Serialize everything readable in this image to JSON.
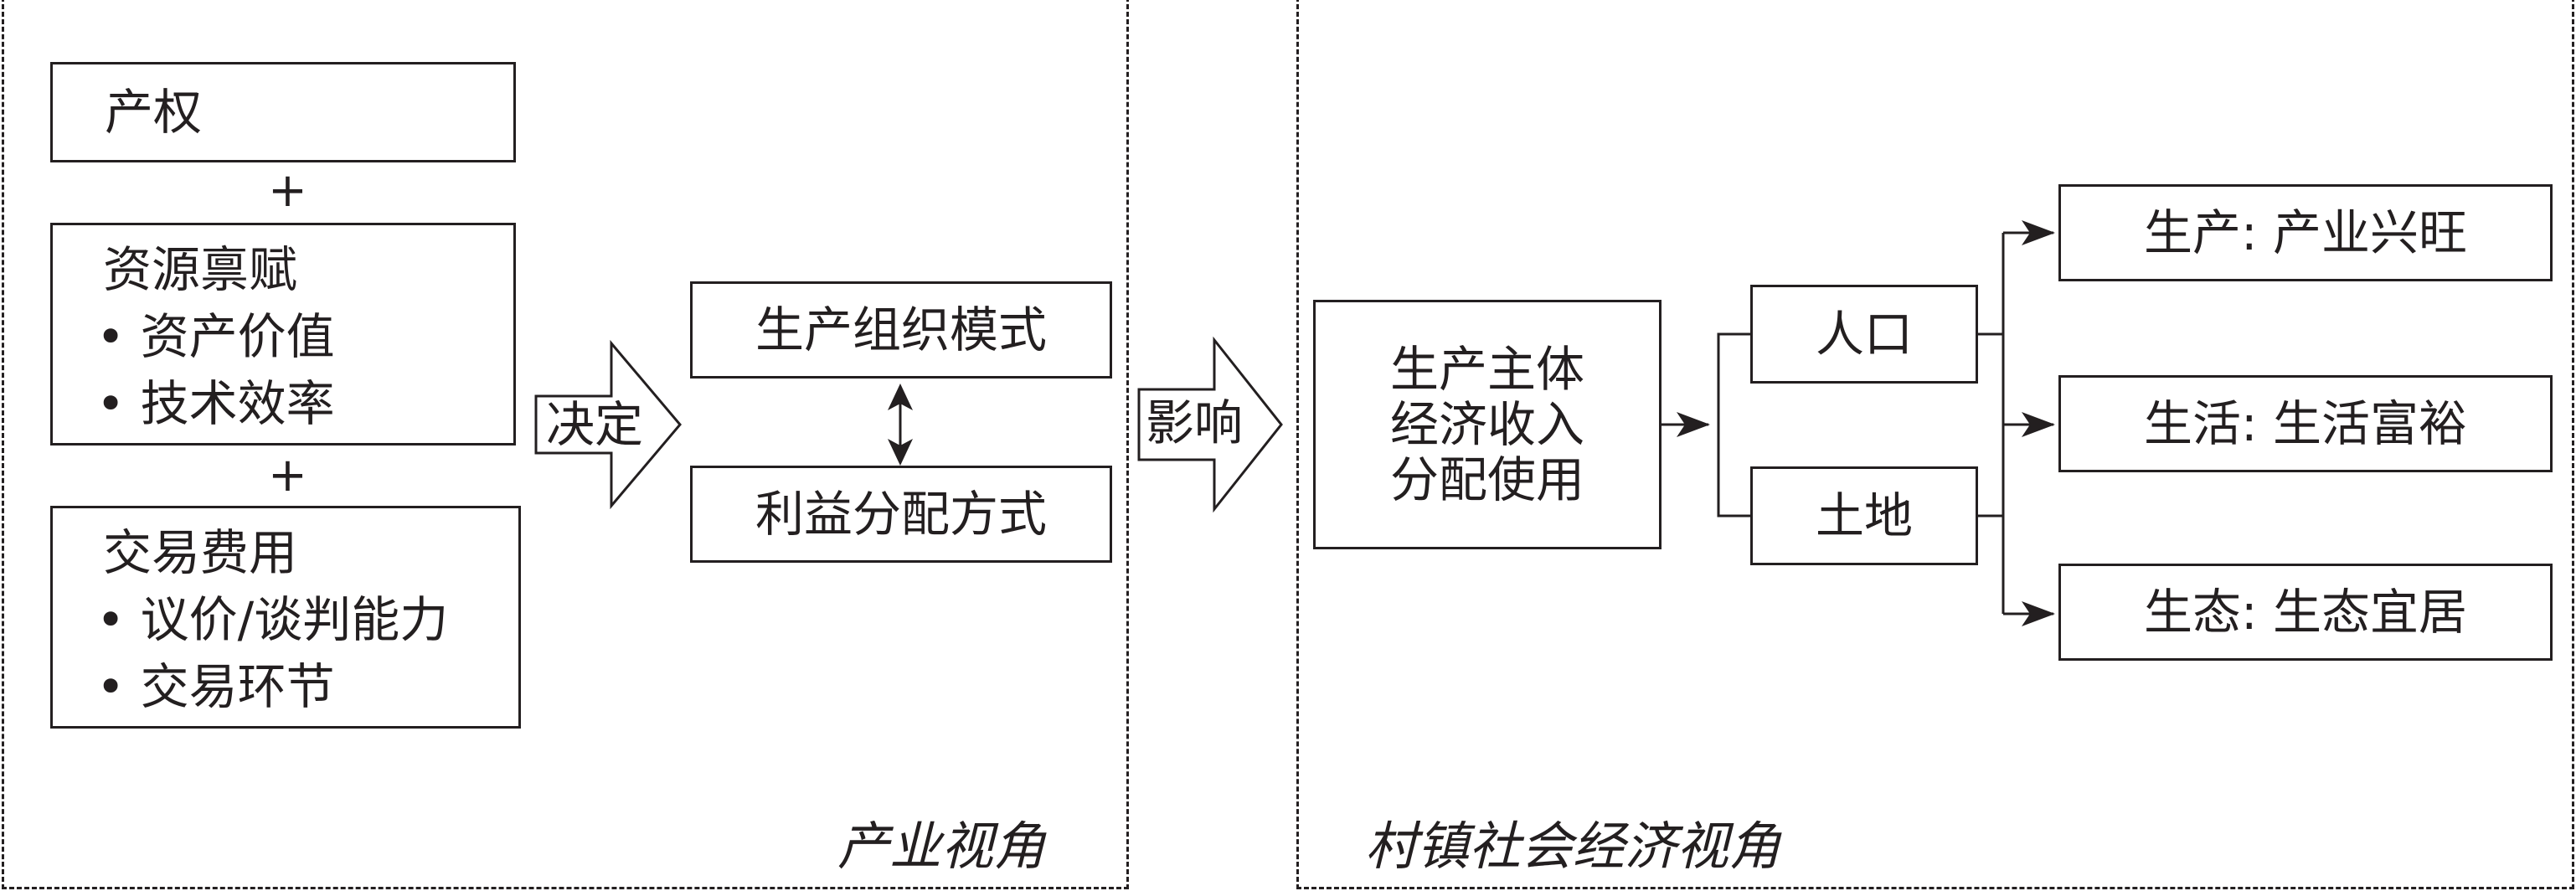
{
  "left_panel": {
    "caption": "产业视角",
    "property_box": {
      "label": "产权"
    },
    "plus_1": "+",
    "endowment_box": {
      "title": "资源禀赋",
      "items": [
        "• 资产价值",
        "• 技术效率"
      ]
    },
    "plus_2": "+",
    "transaction_box": {
      "title": "交易费用",
      "items": [
        "• 议价/谈判能力",
        "• 交易环节"
      ]
    },
    "decide_arrow": {
      "label": "决定"
    },
    "production_mode_box": {
      "label": "生产组织模式"
    },
    "benefit_box": {
      "label": "利益分配方式"
    }
  },
  "influence_arrow": {
    "label": "影响"
  },
  "right_panel": {
    "caption": "村镇社会经济视角",
    "income_box": {
      "lines": [
        "生产主体",
        "经济收入",
        "分配使用"
      ]
    },
    "population_box": {
      "label": "人口"
    },
    "land_box": {
      "label": "土地"
    },
    "outcomes": [
      {
        "label": "生产: 产业兴旺"
      },
      {
        "label": "生活: 生活富裕"
      },
      {
        "label": "生态: 生态宜居"
      }
    ]
  }
}
